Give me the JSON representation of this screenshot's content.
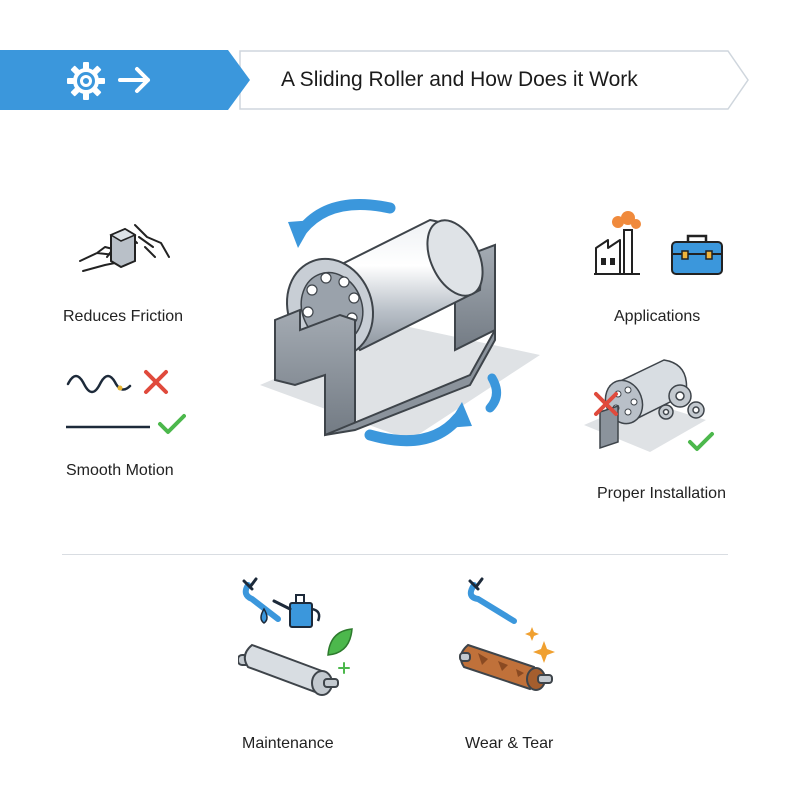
{
  "header": {
    "title": "A Sliding Roller and How Does it Work"
  },
  "features": {
    "reduces_friction": "Reduces Friction",
    "smooth_motion": "Smooth Motion",
    "applications": "Applications",
    "proper_installation": "Proper Installation",
    "maintenance": "Maintenance",
    "wear_and_tear": "Wear & Tear"
  },
  "colors": {
    "accent_blue": "#3b97dc",
    "steel": "#c9ced4",
    "red": "#e04a3c",
    "green": "#4cb84c",
    "rust": "#c0713a"
  },
  "icons": [
    "gear-icon",
    "arrow-right-icon",
    "hands-icon",
    "wave-icon",
    "x-icon",
    "check-icon",
    "factory-icon",
    "toolbox-icon",
    "wrench-icon",
    "oil-drop-icon",
    "oil-can-icon",
    "leaf-icon",
    "sparkle-icon",
    "roller-icon"
  ]
}
